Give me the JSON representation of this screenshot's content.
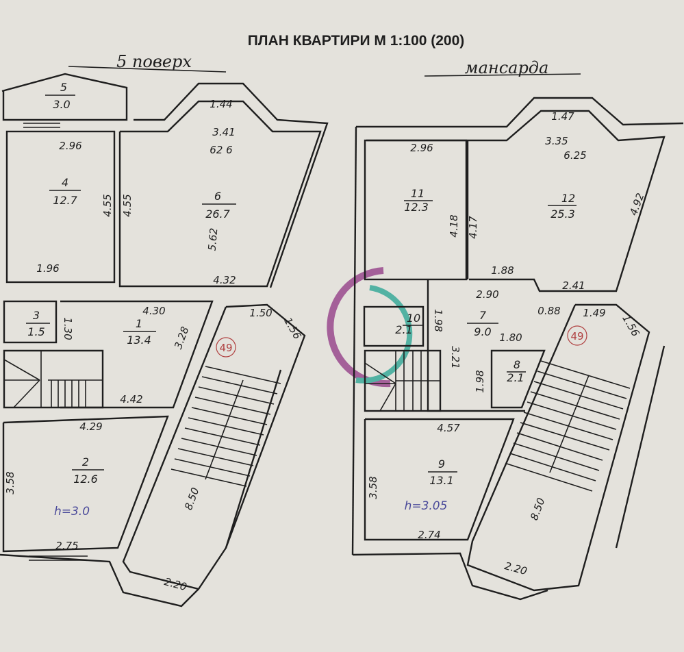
{
  "title": "ПЛАН КВАРТИРИ М 1:100 (200)",
  "apartment_number": "49",
  "colors": {
    "paper": "#e4e2dc",
    "ink": "#1e1e1e",
    "logo_purple": "#9a4a8e",
    "logo_teal": "#3aaa9a",
    "height_ink": "#4a4a9a",
    "apt_circle": "#b04040"
  },
  "floor5": {
    "heading": "5 поверх",
    "height": "h=3.0",
    "rooms": [
      {
        "number": "1",
        "area": "13.4"
      },
      {
        "number": "2",
        "area": "12.6"
      },
      {
        "number": "3",
        "area": "1.5"
      },
      {
        "number": "4",
        "area": "12.7"
      },
      {
        "number": "5",
        "area": "3.0"
      },
      {
        "number": "6",
        "area": "26.7"
      }
    ],
    "dims": [
      "1.44",
      "3.41",
      "62 6",
      "2.96",
      "4.55",
      "4.55",
      "5.62",
      "1.96",
      "4.32",
      "4.30",
      "1.30",
      "3.28",
      "1.50",
      "1.56",
      "4.42",
      "4.29",
      "3.58",
      "2.75",
      "8.50",
      "2.20"
    ]
  },
  "attic": {
    "heading": "мансарда",
    "height": "h=3.05",
    "rooms": [
      {
        "number": "7",
        "area": "9.0"
      },
      {
        "number": "8",
        "area": "2.1"
      },
      {
        "number": "9",
        "area": "13.1"
      },
      {
        "number": "10",
        "area": "2.1"
      },
      {
        "number": "11",
        "area": "12.3"
      },
      {
        "number": "12",
        "area": "25.3"
      }
    ],
    "dims": [
      "1.47",
      "3.35",
      "6.25",
      "2.96",
      "4.18",
      "4.17",
      "4.92",
      "1.88",
      "2.41",
      "2.90",
      "1.98",
      "0.88",
      "1.49",
      "1.56",
      "1.80",
      "3.21",
      "1.98",
      "4.57",
      "3.58",
      "2.74",
      "8.50",
      "2.20"
    ]
  }
}
